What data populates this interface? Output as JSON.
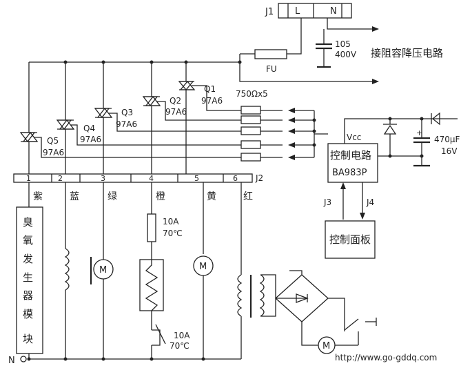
{
  "connector_j1": {
    "name": "J1",
    "pins": [
      "L",
      "N"
    ]
  },
  "power": {
    "cap_value": "105",
    "cap_voltage": "400V",
    "fuse_label": "FU",
    "rc_supply_label": "接阻容降压电路"
  },
  "triacs": [
    {
      "ref": "Q1",
      "part": "97A6"
    },
    {
      "ref": "Q2",
      "part": "97A6"
    },
    {
      "ref": "Q3",
      "part": "97A6"
    },
    {
      "ref": "Q4",
      "part": "97A6"
    },
    {
      "ref": "Q5",
      "part": "97A6"
    }
  ],
  "resistors_label": "750Ωx5",
  "controller": {
    "vcc": "Vcc",
    "title": "控制电路",
    "chip": "BA983P",
    "cap_value": "470μF",
    "cap_voltage": "16V",
    "link_j3": "J3",
    "link_j4": "J4",
    "panel": "控制面板"
  },
  "connector_j2": {
    "name": "J2",
    "pins": [
      "1",
      "2",
      "3",
      "4",
      "5",
      "6"
    ],
    "wire_colors": [
      "紫",
      "蓝",
      "绿",
      "橙",
      "黄",
      "红"
    ]
  },
  "ozone_module": [
    "臭",
    "氧",
    "发",
    "生",
    "器",
    "模",
    "块"
  ],
  "motor_symbol": "M",
  "fuse2": {
    "rating": "10A",
    "temp": "70℃"
  },
  "thermostat": {
    "rating": "10A",
    "temp": "70℃"
  },
  "neutral_label": "N",
  "watermark": "http://www.go-gddq.com"
}
